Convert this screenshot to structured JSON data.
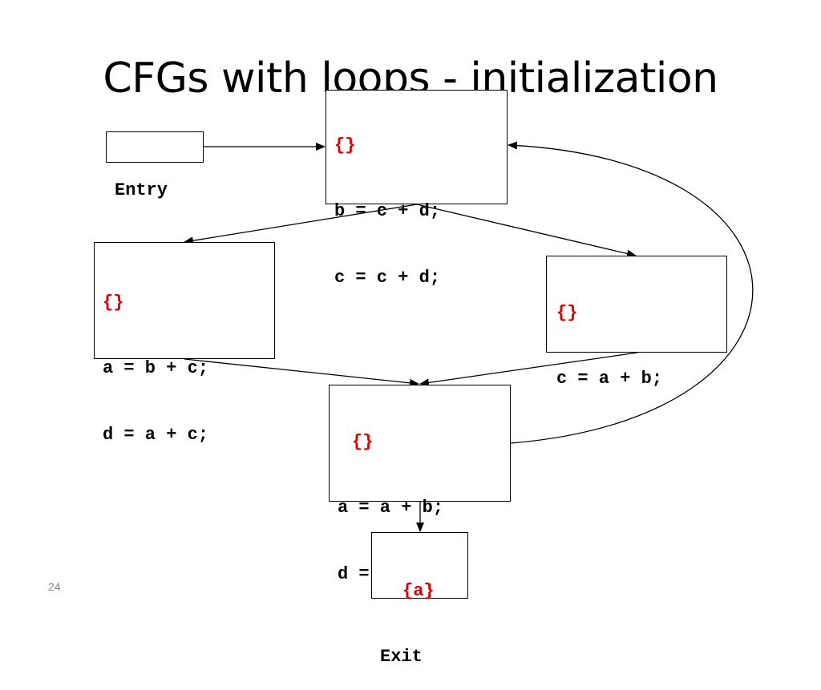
{
  "slide": {
    "title": "CFGs with loops - initialization",
    "page_number": "24"
  },
  "nodes": {
    "entry": {
      "label": "Entry"
    },
    "top": {
      "set": "{}",
      "lines": [
        "b = c + d;",
        "c = c + d;"
      ]
    },
    "left": {
      "set": "{}",
      "lines": [
        "a = b + c;",
        "d = a + c;"
      ]
    },
    "right": {
      "set": "{}",
      "lines": [
        "c = a + b;"
      ]
    },
    "bottom": {
      "set": "{}",
      "lines": [
        "a = a + b;",
        "d = b + c;"
      ]
    },
    "exit": {
      "set": "{a}",
      "label": "Exit"
    }
  },
  "edges": [
    {
      "from": "entry",
      "to": "top"
    },
    {
      "from": "top",
      "to": "left"
    },
    {
      "from": "top",
      "to": "right"
    },
    {
      "from": "left",
      "to": "bottom"
    },
    {
      "from": "right",
      "to": "bottom"
    },
    {
      "from": "bottom",
      "to": "exit"
    },
    {
      "from": "bottom",
      "to": "top",
      "kind": "back-edge"
    }
  ],
  "colors": {
    "dataflow_set": "#e00000",
    "text": "#000000"
  }
}
